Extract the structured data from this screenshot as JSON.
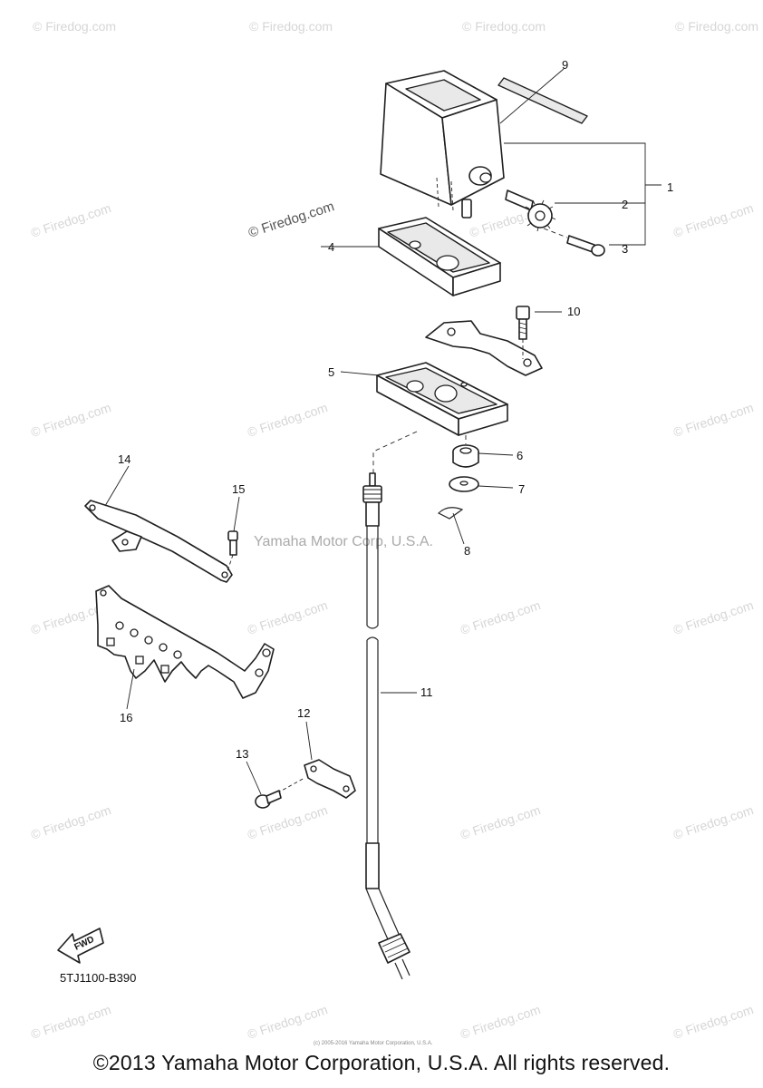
{
  "diagram": {
    "callouts": [
      "1",
      "2",
      "3",
      "4",
      "5",
      "6",
      "7",
      "8",
      "9",
      "10",
      "11",
      "12",
      "13",
      "14",
      "15",
      "16"
    ],
    "diagram_code": "5TJ1100-B390",
    "fwd_label": "FWD",
    "center_watermark": "Yamaha Motor Corp, U.S.A.",
    "watermark_text": "© Firedog.com",
    "logo_watermark": "© Firedog.com",
    "tiny_copyright": "(c) 2005-2016 Yamaha Motor Corporation, U.S.A."
  },
  "footer": {
    "copyright": "©2013 Yamaha Motor Corporation, U.S.A. All rights reserved."
  }
}
